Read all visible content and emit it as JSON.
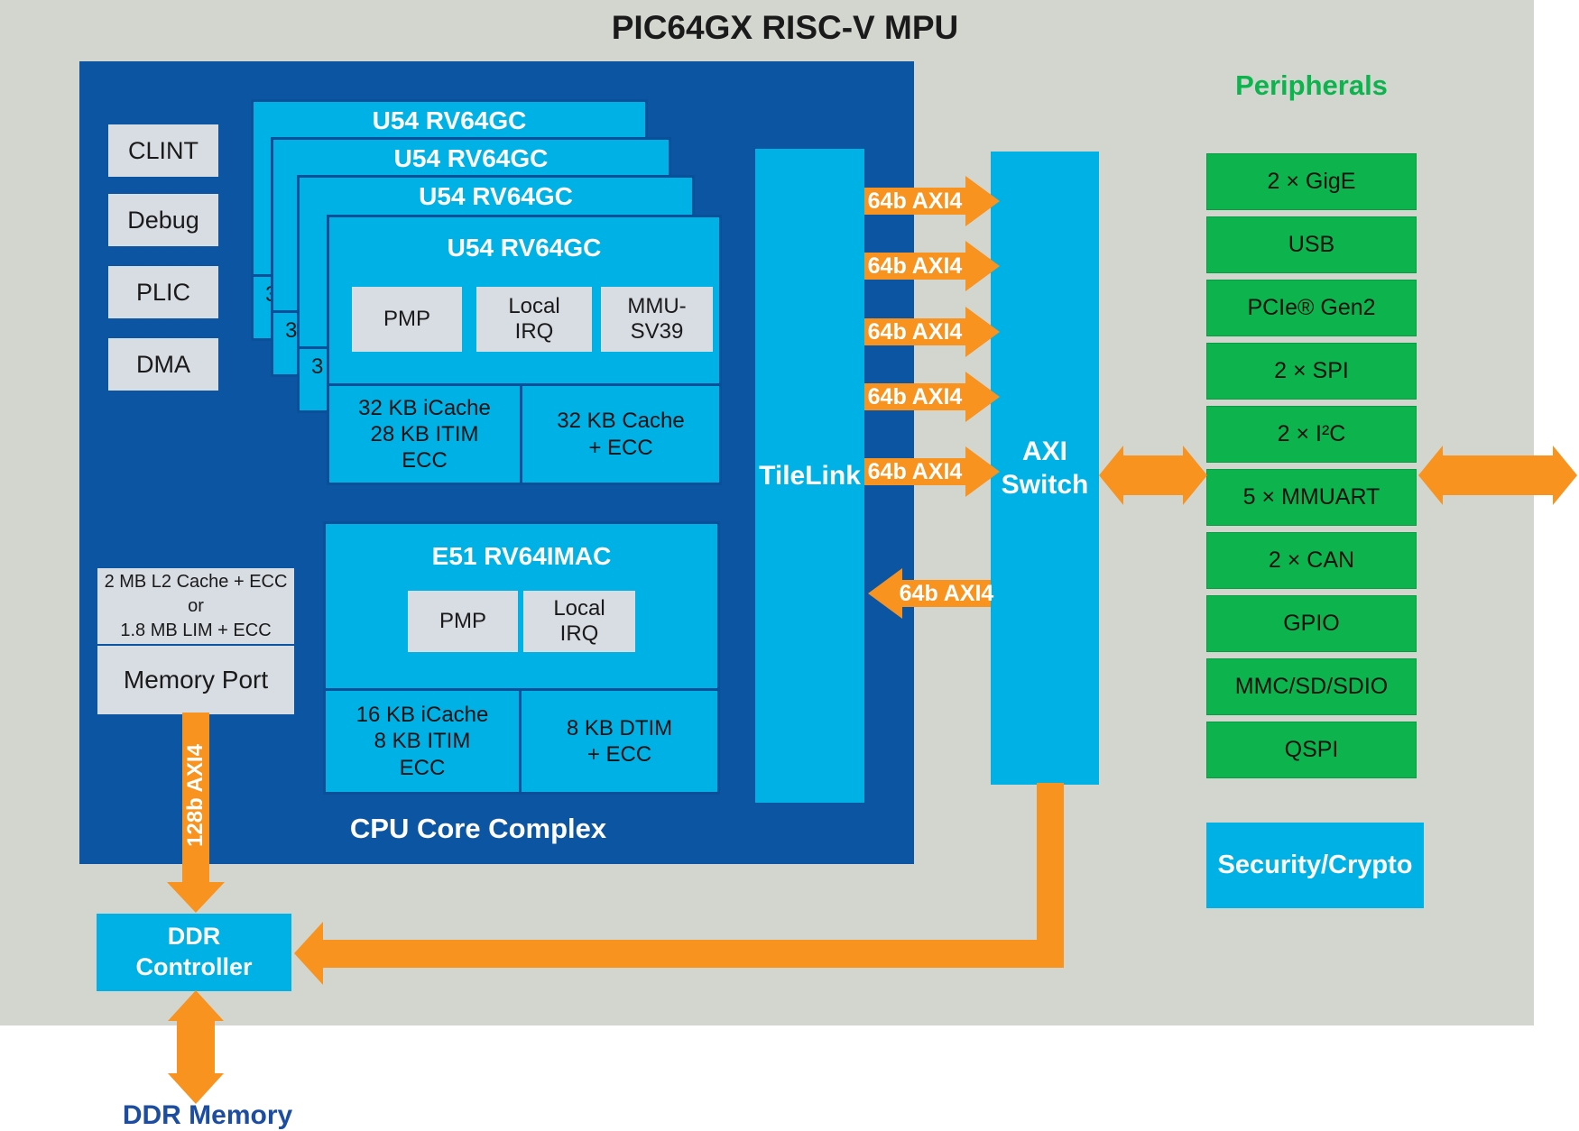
{
  "title": "PIC64GX RISC-V MPU",
  "colors": {
    "background_gray": "#d3d6cf",
    "dark_blue": "#0b55a2",
    "border_blue": "#0a4f97",
    "cyan": "#00b1e6",
    "light_gray": "#d8dce3",
    "orange": "#f7931e",
    "green": "#0db44e",
    "ddr_text_blue": "#1c4da0"
  },
  "cpu_complex": {
    "label": "CPU Core Complex",
    "side_blocks": [
      "CLINT",
      "Debug",
      "PLIC",
      "DMA"
    ],
    "u54_cluster": {
      "core_title": "U54 RV64GC",
      "hidden_core_peek": "3",
      "pmp": "PMP",
      "local_irq": "Local\nIRQ",
      "mmu": "MMU-\nSV39",
      "icache": "32 KB iCache\n28 KB ITIM\nECC",
      "dcache": "32 KB Cache\n+ ECC"
    },
    "e51_core": {
      "core_title": "E51 RV64IMAC",
      "pmp": "PMP",
      "local_irq": "Local\nIRQ",
      "icache": "16 KB iCache\n8 KB ITIM\nECC",
      "dtim": "8 KB DTIM\n+ ECC"
    },
    "l2_cache": "2 MB L2 Cache + ECC\nor\n1.8 MB LIM + ECC",
    "memory_port": "Memory Port"
  },
  "interconnect": {
    "tilelink": "TileLink",
    "axi_switch": "AXI\nSwitch",
    "axi64_label": "64b AXI4",
    "axi128_label": "128b AXI4"
  },
  "peripherals": {
    "header": "Peripherals",
    "items": [
      "2 × GigE",
      "USB",
      "PCIe® Gen2",
      "2 × SPI",
      "2 × I²C",
      "5 × MMUART",
      "2 × CAN",
      "GPIO",
      "MMC/SD/SDIO",
      "QSPI"
    ]
  },
  "security": "Security/Crypto",
  "ddr": {
    "controller": "DDR\nController",
    "memory": "DDR Memory"
  }
}
